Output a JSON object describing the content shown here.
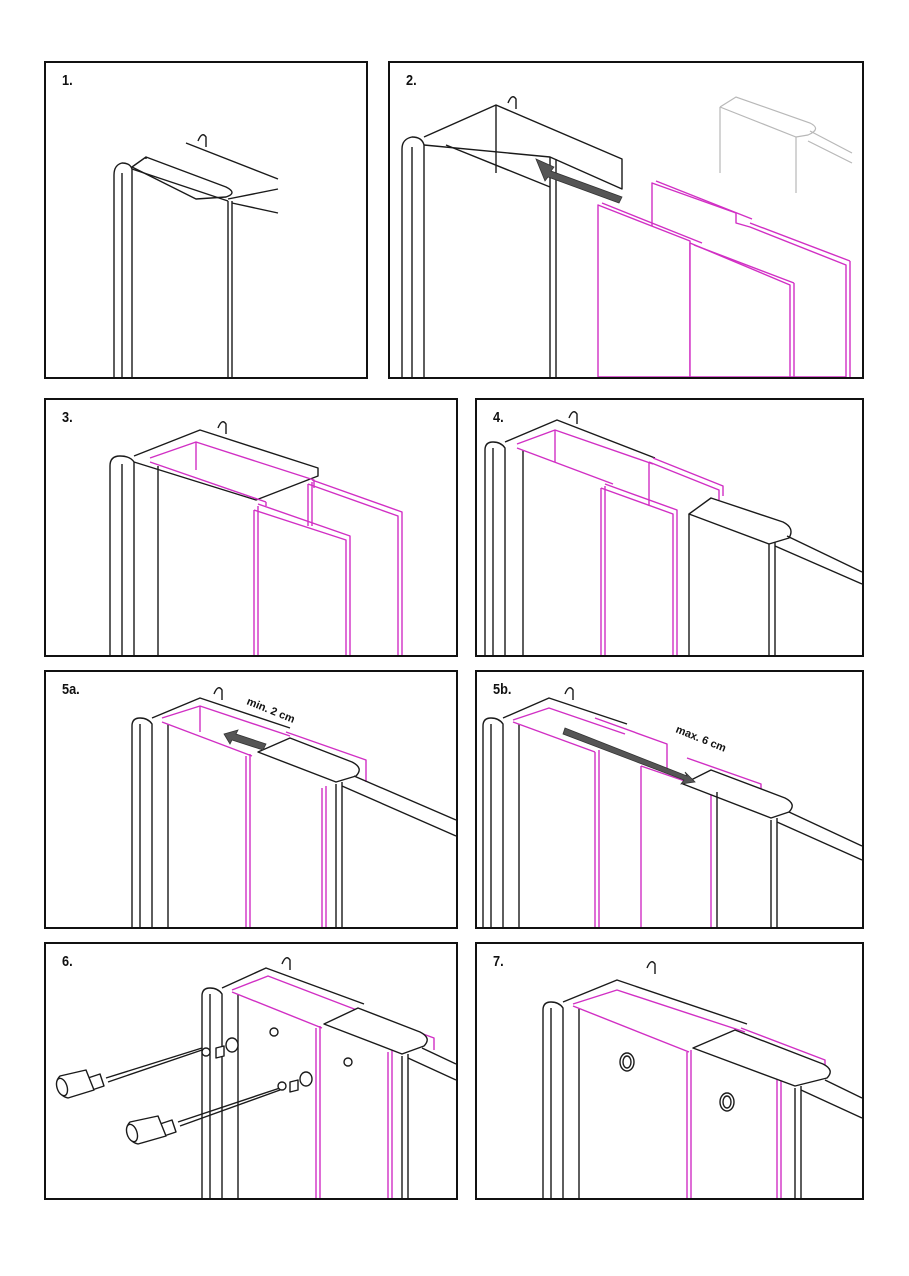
{
  "steps": [
    {
      "label": "1."
    },
    {
      "label": "2."
    },
    {
      "label": "3."
    },
    {
      "label": "4."
    },
    {
      "label": "5a.",
      "dimension": "min. 2 cm"
    },
    {
      "label": "5b.",
      "dimension": "max. 6 cm"
    },
    {
      "label": "6."
    },
    {
      "label": "7."
    }
  ],
  "colors": {
    "line": "#1a1a1a",
    "panel_accent": "#d12fc4",
    "arrow": "#555555",
    "ghost": "#b8b8b8"
  }
}
